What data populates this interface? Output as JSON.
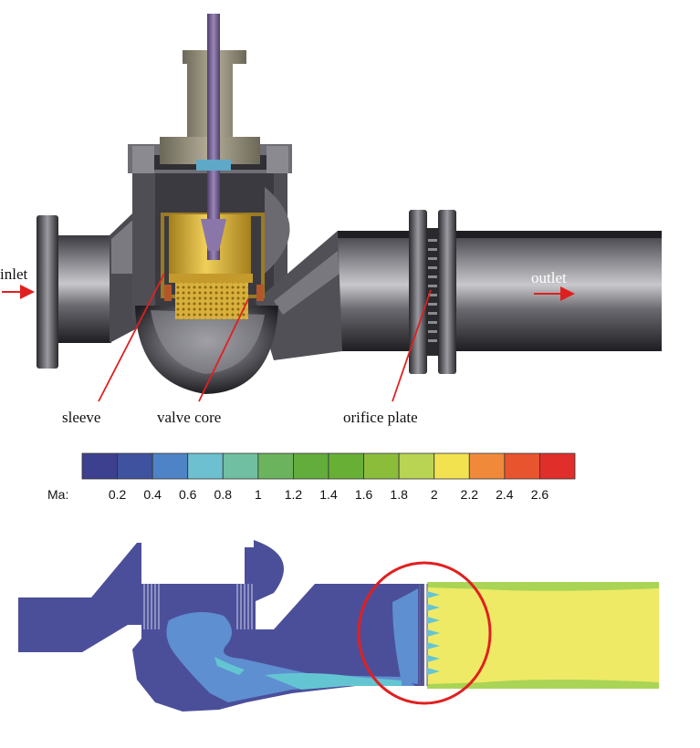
{
  "labels": {
    "inlet": "inlet",
    "outlet": "outlet",
    "sleeve": "sleeve",
    "valve_core": "valve core",
    "orifice_plate": "orifice plate"
  },
  "colorbar": {
    "title": "Ma:",
    "ticks": [
      "0.2",
      "0.4",
      "0.6",
      "0.8",
      "1",
      "1.2",
      "1.4",
      "1.6",
      "1.8",
      "2",
      "2.2",
      "2.4",
      "2.6"
    ],
    "colors": [
      "#3d3f8f",
      "#3f52a0",
      "#4f83c7",
      "#6cc0cf",
      "#70bfa2",
      "#6cb35d",
      "#62ad3c",
      "#68af36",
      "#8bbd3b",
      "#b8d452",
      "#f2e24f",
      "#f08a3a",
      "#e8542e",
      "#e02f2b"
    ]
  },
  "colors": {
    "annotation": "#e02020",
    "pipe_dark": "#2b2b30",
    "pipe_light": "#7a7a80",
    "brass": "#d6ae38",
    "bonnet": "#8c8776",
    "stem": "#6e5a8c",
    "flow_low": "#4b4f9a",
    "flow_mid": "#5e8fd0",
    "flow_jet": "#64c5d2",
    "flow_high": "#eeea66",
    "flow_edge": "#a9d456"
  }
}
